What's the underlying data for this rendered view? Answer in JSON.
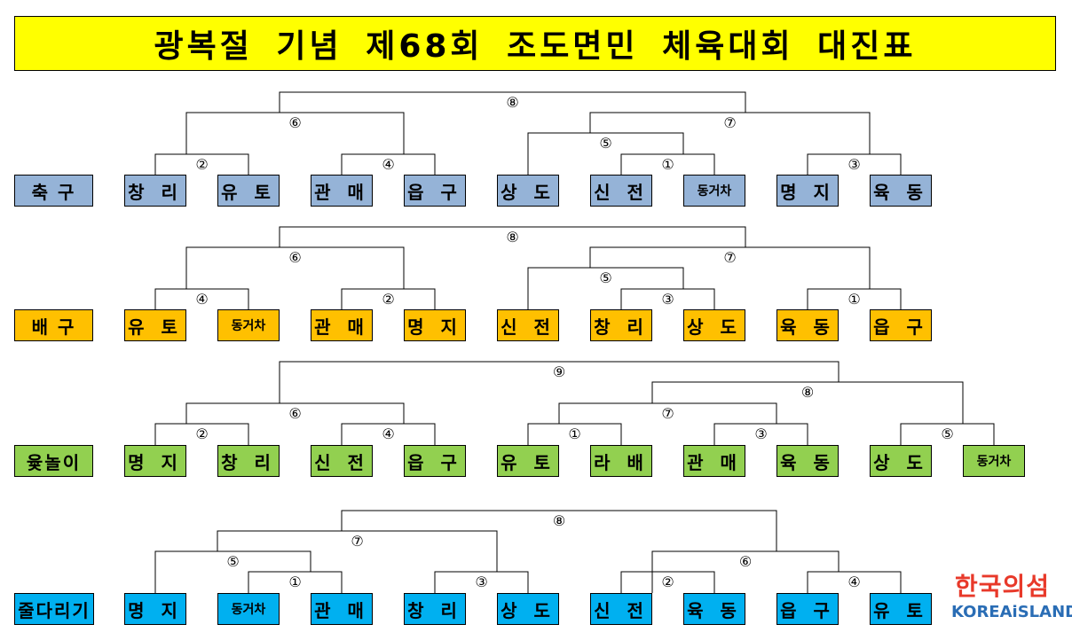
{
  "title": "광복절 기념 제68회 조도면민 체육대회 대진표",
  "colors": {
    "soccer": "#95b3d7",
    "volleyball": "#ffc000",
    "yut": "#92d050",
    "tug": "#00b0f0",
    "title_bg": "#ffff00"
  },
  "sections": [
    {
      "category": "축  구",
      "color": "soccer",
      "teams": [
        "창 리",
        "유 토",
        "관 매",
        "읍 구",
        "상 도",
        "신 전",
        "동거차",
        "명 지",
        "육 동"
      ],
      "matches": [
        "①",
        "②",
        "③",
        "④",
        "⑤",
        "⑥",
        "⑦",
        "⑧"
      ]
    },
    {
      "category": "배  구",
      "color": "volleyball",
      "teams": [
        "유 토",
        "동거차",
        "관 매",
        "명 지",
        "신 전",
        "창 리",
        "상 도",
        "육 동",
        "읍 구"
      ],
      "matches": [
        "①",
        "②",
        "③",
        "④",
        "⑤",
        "⑥",
        "⑦",
        "⑧"
      ]
    },
    {
      "category": "윷놀이",
      "color": "yut",
      "teams": [
        "명 지",
        "창 리",
        "신 전",
        "읍 구",
        "유 토",
        "라 배",
        "관 매",
        "육 동",
        "상 도",
        "동거차"
      ],
      "matches": [
        "①",
        "②",
        "③",
        "④",
        "⑤",
        "⑥",
        "⑦",
        "⑧",
        "⑨"
      ]
    },
    {
      "category": "줄다리기",
      "color": "tug",
      "teams": [
        "명 지",
        "동거차",
        "관 매",
        "창 리",
        "상 도",
        "신 전",
        "육 동",
        "읍 구",
        "유 토"
      ],
      "matches": [
        "①",
        "②",
        "③",
        "④",
        "⑤",
        "⑥",
        "⑦",
        "⑧"
      ]
    }
  ],
  "logo": {
    "korean": "한국의섬",
    "english": "KOREAiSLAND"
  }
}
